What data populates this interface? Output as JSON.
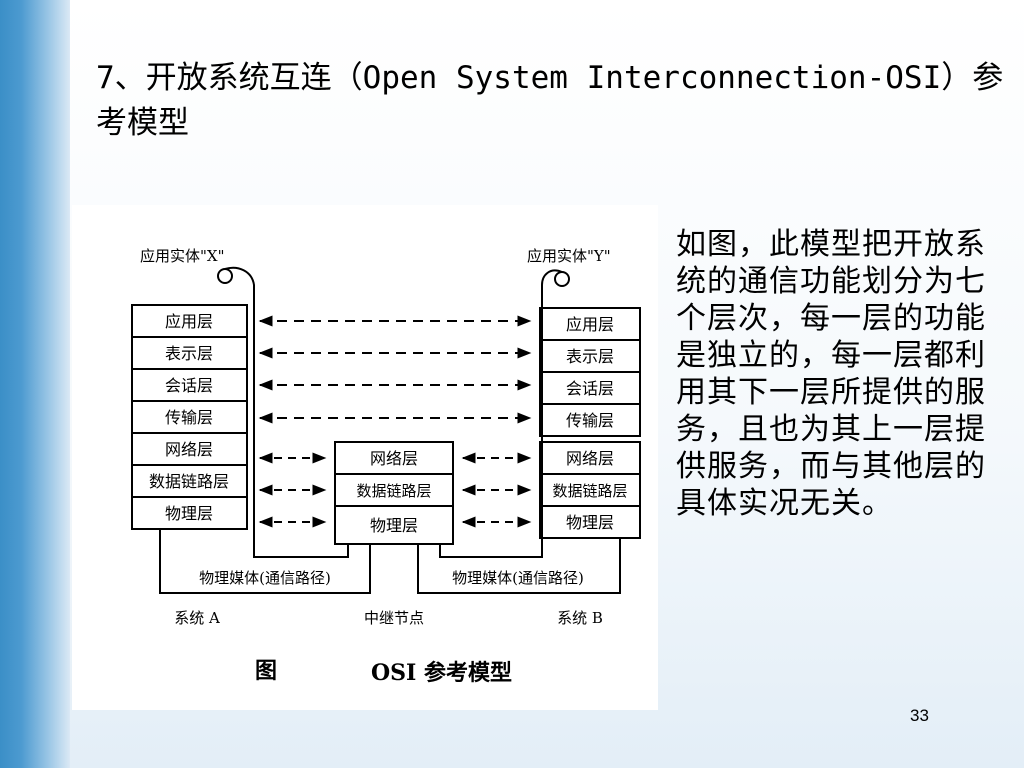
{
  "slide": {
    "title": "7、开放系统互连（Open System Interconnection-OSI）参考模型",
    "body": "如图，此模型把开放系统的通信功能划分为七个层次，每一层的功能是独立的，每一层都利用其下一层所提供的服务，且也为其上一层提供服务，而与其他层的具体实况无关。",
    "page_number": "33"
  },
  "diagram": {
    "entity_x": "应用实体\"X\"",
    "entity_y": "应用实体\"Y\"",
    "layers": [
      "应用层",
      "表示层",
      "会话层",
      "传输层",
      "网络层",
      "数据链路层",
      "物理层"
    ],
    "relay_layers": [
      "网络层",
      "数据链路层",
      "物理层"
    ],
    "medium_left": "物理媒体(通信路径)",
    "medium_right": "物理媒体(通信路径)",
    "system_a": "系统 A",
    "relay_node": "中继节点",
    "system_b": "系统 B",
    "figure_label": "图",
    "caption": "OSI 参考模型"
  }
}
